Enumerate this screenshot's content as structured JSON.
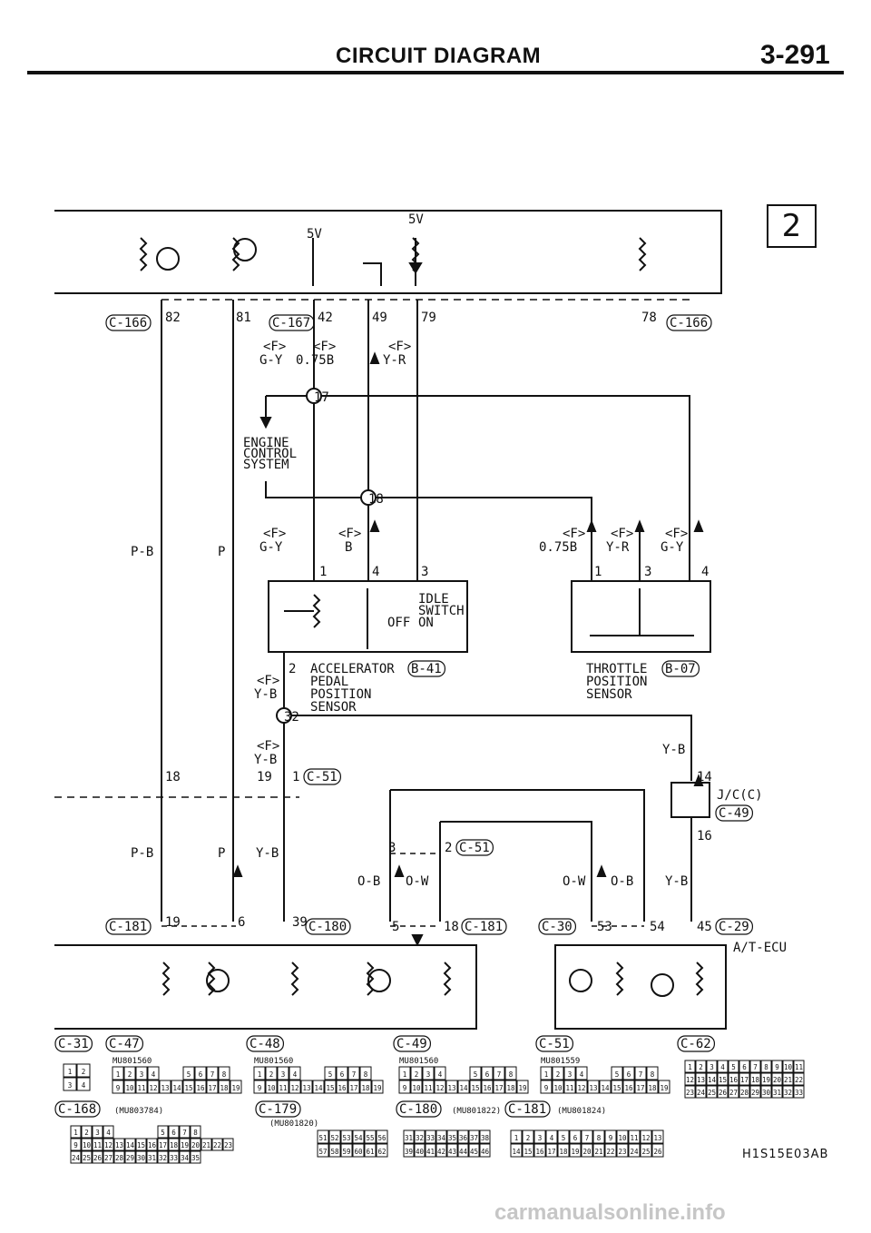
{
  "header": {
    "title": "CIRCUIT DIAGRAM",
    "page": "3-291"
  },
  "sheet_number": "2",
  "footer_code": "H1S15E03AB",
  "watermark": "carmanualsonline.info",
  "texts": [
    {
      "id": "c166a",
      "t": "C-166",
      "box": true
    },
    {
      "id": "p82",
      "t": "82"
    },
    {
      "id": "p81",
      "t": "81"
    },
    {
      "id": "c167",
      "t": "C-167",
      "box": true
    },
    {
      "id": "p42",
      "t": "42"
    },
    {
      "id": "p49",
      "t": "49"
    },
    {
      "id": "p79",
      "t": "79"
    },
    {
      "id": "p78",
      "t": "78"
    },
    {
      "id": "c166b",
      "t": "C-166",
      "box": true
    },
    {
      "id": "v5a",
      "t": "5V"
    },
    {
      "id": "v5b",
      "t": "5V"
    },
    {
      "id": "f1",
      "t": "<F>"
    },
    {
      "id": "gy1",
      "t": "G-Y"
    },
    {
      "id": "f2",
      "t": "<F>"
    },
    {
      "id": "w075a",
      "t": "0.75B"
    },
    {
      "id": "f3",
      "t": "<F>"
    },
    {
      "id": "yr1",
      "t": "Y-R"
    },
    {
      "id": "j17",
      "t": "17"
    },
    {
      "id": "ecs1",
      "t": "ENGINE"
    },
    {
      "id": "ecs2",
      "t": "CONTROL"
    },
    {
      "id": "ecs3",
      "t": "SYSTEM"
    },
    {
      "id": "j18",
      "t": "18"
    },
    {
      "id": "pb1",
      "t": "P-B"
    },
    {
      "id": "p1",
      "t": "P"
    },
    {
      "id": "f4",
      "t": "<F>"
    },
    {
      "id": "gy2",
      "t": "G-Y"
    },
    {
      "id": "f5",
      "t": "<F>"
    },
    {
      "id": "b1",
      "t": "B"
    },
    {
      "id": "f6",
      "t": "<F>"
    },
    {
      "id": "w075b",
      "t": "0.75B"
    },
    {
      "id": "f7",
      "t": "<F>"
    },
    {
      "id": "yr2",
      "t": "Y-R"
    },
    {
      "id": "f8",
      "t": "<F>"
    },
    {
      "id": "gy3",
      "t": "G-Y"
    },
    {
      "id": "ap1",
      "t": "1"
    },
    {
      "id": "ap4",
      "t": "4"
    },
    {
      "id": "ap3",
      "t": "3"
    },
    {
      "id": "tp1",
      "t": "1"
    },
    {
      "id": "tp3",
      "t": "3"
    },
    {
      "id": "tp4",
      "t": "4"
    },
    {
      "id": "idle1",
      "t": "IDLE"
    },
    {
      "id": "idle2",
      "t": "SWITCH"
    },
    {
      "id": "off",
      "t": "OFF"
    },
    {
      "id": "on",
      "t": "ON"
    },
    {
      "id": "ap2",
      "t": "2"
    },
    {
      "id": "aps1",
      "t": "ACCELERATOR"
    },
    {
      "id": "b41",
      "t": "B-41",
      "box": true
    },
    {
      "id": "aps2",
      "t": "PEDAL"
    },
    {
      "id": "aps3",
      "t": "POSITION"
    },
    {
      "id": "aps4",
      "t": "SENSOR"
    },
    {
      "id": "f9",
      "t": "<F>"
    },
    {
      "id": "yb1",
      "t": "Y-B"
    },
    {
      "id": "tps1",
      "t": "THROTTLE"
    },
    {
      "id": "b07",
      "t": "B-07",
      "box": true
    },
    {
      "id": "tps2",
      "t": "POSITION"
    },
    {
      "id": "tps3",
      "t": "SENSOR"
    },
    {
      "id": "j32",
      "t": "32"
    },
    {
      "id": "f10",
      "t": "<F>"
    },
    {
      "id": "yb2",
      "t": "Y-B"
    },
    {
      "id": "yb3",
      "t": "Y-B"
    },
    {
      "id": "m18",
      "t": "18"
    },
    {
      "id": "m19",
      "t": "19"
    },
    {
      "id": "m1",
      "t": "1"
    },
    {
      "id": "c51a",
      "t": "C-51",
      "box": true
    },
    {
      "id": "m14",
      "t": "14"
    },
    {
      "id": "jc1",
      "t": "J/C(C)"
    },
    {
      "id": "c49a",
      "t": "C-49",
      "box": true
    },
    {
      "id": "m16",
      "t": "16"
    },
    {
      "id": "m3",
      "t": "3"
    },
    {
      "id": "m2",
      "t": "2"
    },
    {
      "id": "c51b",
      "t": "C-51",
      "box": true
    },
    {
      "id": "pb2",
      "t": "P-B"
    },
    {
      "id": "p2",
      "t": "P"
    },
    {
      "id": "yb4",
      "t": "Y-B"
    },
    {
      "id": "ob1",
      "t": "O-B"
    },
    {
      "id": "ow1",
      "t": "O-W"
    },
    {
      "id": "ow2",
      "t": "O-W"
    },
    {
      "id": "ob2",
      "t": "O-B"
    },
    {
      "id": "yb5",
      "t": "Y-B"
    },
    {
      "id": "c181a",
      "t": "C-181",
      "box": true
    },
    {
      "id": "e19",
      "t": "19"
    },
    {
      "id": "e6",
      "t": "6"
    },
    {
      "id": "e39",
      "t": "39"
    },
    {
      "id": "c180a",
      "t": "C-180",
      "box": true
    },
    {
      "id": "e5",
      "t": "5"
    },
    {
      "id": "e18",
      "t": "18"
    },
    {
      "id": "c181b",
      "t": "C-181",
      "box": true
    },
    {
      "id": "c30",
      "t": "C-30",
      "box": true
    },
    {
      "id": "e53",
      "t": "53"
    },
    {
      "id": "e54",
      "t": "54"
    },
    {
      "id": "e45",
      "t": "45"
    },
    {
      "id": "c29",
      "t": "C-29",
      "box": true
    },
    {
      "id": "atecu",
      "t": "A/T-ECU"
    },
    {
      "id": "cc31",
      "t": "C-31",
      "box": true
    },
    {
      "id": "cc47",
      "t": "C-47",
      "box": true
    },
    {
      "id": "cc48",
      "t": "C-48",
      "box": true
    },
    {
      "id": "cc49",
      "t": "C-49",
      "box": true
    },
    {
      "id": "cc51",
      "t": "C-51",
      "box": true
    },
    {
      "id": "cc62",
      "t": "C-62",
      "box": true
    },
    {
      "id": "mu1",
      "t": "MU801560"
    },
    {
      "id": "mu2",
      "t": "MU801560"
    },
    {
      "id": "mu3",
      "t": "MU801560"
    },
    {
      "id": "mu4",
      "t": "MU801559"
    },
    {
      "id": "cc168",
      "t": "C-168",
      "box": true
    },
    {
      "id": "mu5",
      "t": "(MU803784)"
    },
    {
      "id": "cc179",
      "t": "C-179",
      "box": true
    },
    {
      "id": "mu6",
      "t": "(MU801820)"
    },
    {
      "id": "cc180",
      "t": "C-180",
      "box": true
    },
    {
      "id": "mu7",
      "t": "(MU801822)"
    },
    {
      "id": "cc181",
      "t": "C-181",
      "box": true
    },
    {
      "id": "mu8",
      "t": "(MU801824)"
    }
  ],
  "connectors": [
    {
      "id": "k1",
      "rows": [
        [
          "1",
          "2"
        ],
        [
          "3",
          "4"
        ]
      ]
    },
    {
      "id": "k2",
      "rows": [
        [
          "1",
          "2",
          "3",
          "4",
          "",
          "",
          "5",
          "6",
          "7",
          "8"
        ],
        [
          "9",
          "10",
          "11",
          "12",
          "13",
          "14",
          "15",
          "16",
          "17",
          "18",
          "19"
        ]
      ]
    },
    {
      "id": "k3",
      "rows": [
        [
          "1",
          "2",
          "3",
          "4",
          "",
          "",
          "5",
          "6",
          "7",
          "8"
        ],
        [
          "9",
          "10",
          "11",
          "12",
          "13",
          "14",
          "15",
          "16",
          "17",
          "18",
          "19"
        ]
      ]
    },
    {
      "id": "k4",
      "rows": [
        [
          "1",
          "2",
          "3",
          "4",
          "",
          "",
          "5",
          "6",
          "7",
          "8"
        ],
        [
          "9",
          "10",
          "11",
          "12",
          "13",
          "14",
          "15",
          "16",
          "17",
          "18",
          "19"
        ]
      ]
    },
    {
      "id": "k5",
      "rows": [
        [
          "1",
          "2",
          "3",
          "4",
          "",
          "",
          "5",
          "6",
          "7",
          "8"
        ],
        [
          "9",
          "10",
          "11",
          "12",
          "13",
          "14",
          "15",
          "16",
          "17",
          "18",
          "19"
        ]
      ]
    },
    {
      "id": "k6",
      "rows": [
        [
          "1",
          "2",
          "3",
          "4",
          "5",
          "6",
          "7",
          "8",
          "9",
          "10",
          "11"
        ],
        [
          "12",
          "13",
          "14",
          "15",
          "16",
          "17",
          "18",
          "19",
          "20",
          "21",
          "22"
        ],
        [
          "23",
          "24",
          "25",
          "26",
          "27",
          "28",
          "29",
          "30",
          "31",
          "32",
          "33"
        ]
      ]
    },
    {
      "id": "k7",
      "rows": [
        [
          "1",
          "2",
          "3",
          "4",
          "",
          "",
          "",
          "",
          "5",
          "6",
          "7",
          "8"
        ],
        [
          "9",
          "10",
          "11",
          "12",
          "13",
          "14",
          "15",
          "16",
          "17",
          "18",
          "19",
          "20",
          "21",
          "22",
          "23"
        ],
        [
          "24",
          "25",
          "26",
          "27",
          "28",
          "29",
          "30",
          "31",
          "32",
          "33",
          "34",
          "35"
        ]
      ]
    },
    {
      "id": "k8",
      "rows": [
        [
          "51",
          "52",
          "53",
          "54",
          "55",
          "56"
        ],
        [
          "57",
          "58",
          "59",
          "60",
          "61",
          "62"
        ]
      ]
    },
    {
      "id": "k9",
      "rows": [
        [
          "31",
          "32",
          "33",
          "34",
          "35",
          "36",
          "37",
          "38"
        ],
        [
          "39",
          "40",
          "41",
          "42",
          "43",
          "44",
          "45",
          "46"
        ]
      ]
    },
    {
      "id": "k10",
      "rows": [
        [
          "1",
          "2",
          "3",
          "4",
          "5",
          "6",
          "7",
          "8",
          "9",
          "10",
          "11",
          "12",
          "13"
        ],
        [
          "14",
          "15",
          "16",
          "17",
          "18",
          "19",
          "20",
          "21",
          "22",
          "23",
          "24",
          "25",
          "26"
        ]
      ]
    }
  ]
}
